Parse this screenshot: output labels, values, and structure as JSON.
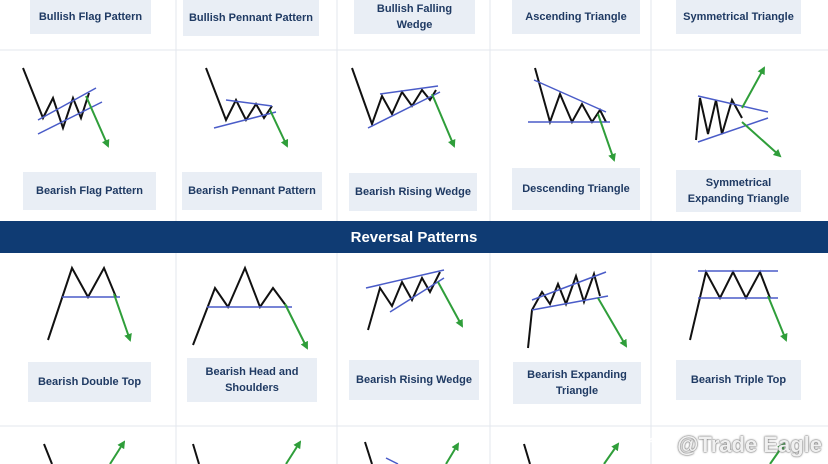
{
  "top_row_labels": [
    "Bullish Flag Pattern",
    "Bullish Pennant Pattern",
    "Bullish Falling Wedge",
    "Ascending Triangle",
    "Symmetrical Triangle"
  ],
  "bearish_row_labels": [
    "Bearish Flag Pattern",
    "Bearish Pennant Pattern",
    "Bearish Rising Wedge",
    "Descending Triangle",
    "Symmetrical\nExpanding Triangle"
  ],
  "banner": {
    "title": "Reversal Patterns"
  },
  "reversal_row_labels": [
    "Bearish Double Top",
    "Bearish Head and\nShoulders",
    "Bearish Rising Wedge",
    "Bearish Expanding\nTriangle",
    "Bearish Triple Top"
  ],
  "watermark": {
    "text": "@Trade Eagle",
    "icon": "eagle-logo-icon"
  },
  "colors": {
    "banner_bg": "#0f3b73",
    "label_bg": "#e9eef5",
    "label_text": "#1f3a63",
    "price_line": "#111111",
    "trend_line": "#4a5cc8",
    "breakout_arrow": "#2f9e3a",
    "divider": "#e3e7ed"
  }
}
